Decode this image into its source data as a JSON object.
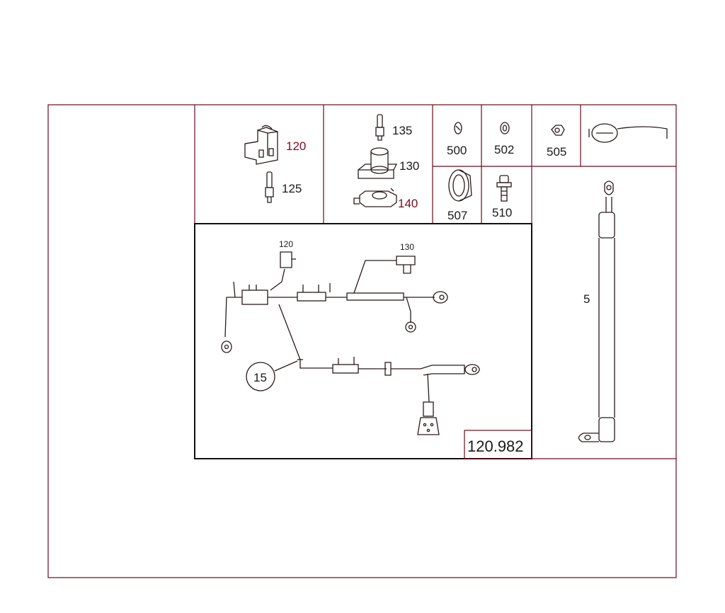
{
  "parts": {
    "p120": "120",
    "p125": "125",
    "p135": "135",
    "p130": "130",
    "p140": "140",
    "p500": "500",
    "p502": "502",
    "p505": "505",
    "p507": "507",
    "p510": "510",
    "p5": "5"
  },
  "harness": {
    "callout_120": "120",
    "callout_130": "130",
    "callout_15": "15"
  },
  "figure_number": "120.982"
}
